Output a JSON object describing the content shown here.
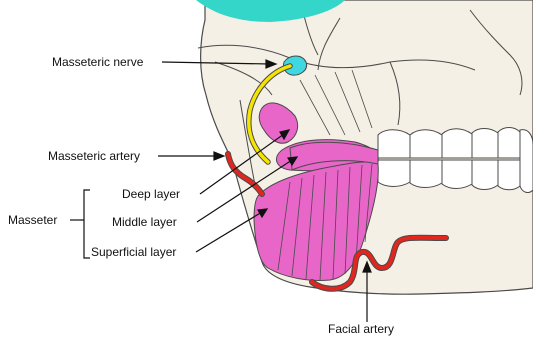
{
  "labels": {
    "masseteric_nerve": "Masseteric nerve",
    "masseteric_artery": "Masseteric artery",
    "deep_layer": "Deep layer",
    "middle_layer": "Middle layer",
    "superficial_layer": "Superficial layer",
    "masseter": "Masseter",
    "facial_artery": "Facial artery"
  },
  "colors": {
    "skin": "#f5f0e6",
    "outline": "#4a4a4a",
    "muscle": "#e766c8",
    "nerve": "#f5e400",
    "artery": "#e0261e",
    "teal": "#33d6c9",
    "cyan_ear": "#3fd7e0"
  }
}
